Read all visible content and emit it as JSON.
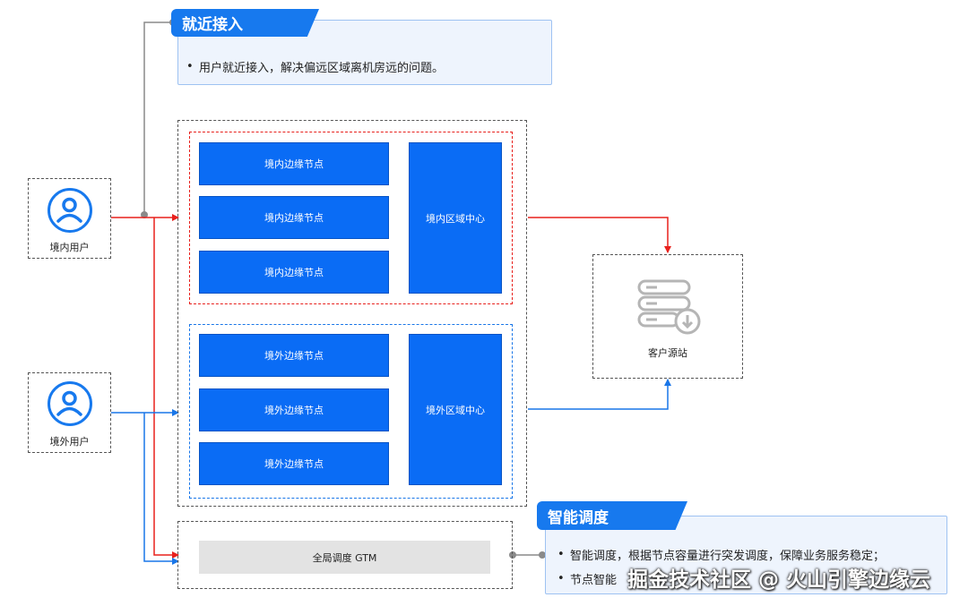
{
  "top_callout": {
    "title": "就近接入",
    "bullets": [
      "用户就近接入，解决偏远区域离机房远的问题。"
    ]
  },
  "bottom_callout": {
    "title": "智能调度",
    "bullets": [
      "智能调度，根据节点容量进行突发调度，保障业务服务稳定；",
      "节点智能"
    ]
  },
  "users": {
    "domestic": "境内用户",
    "overseas": "境外用户"
  },
  "domestic_group": {
    "edge_nodes": [
      "境内边缘节点",
      "境内边缘节点",
      "境内边缘节点"
    ],
    "region_center": "境内区域中心"
  },
  "overseas_group": {
    "edge_nodes": [
      "境外边缘节点",
      "境外边缘节点",
      "境外边缘节点"
    ],
    "region_center": "境外区域中心"
  },
  "gtm": "全局调度 GTM",
  "origin": {
    "label": "客户源站",
    "icon": "server-download-icon"
  },
  "watermark": "掘金技术社区 @ 火山引擎边缘云",
  "colors": {
    "domestic_line": "#e8201c",
    "overseas_line": "#1976e8",
    "connector_gray": "#8a8a8a",
    "node_blue": "#0a6cf5",
    "tag_blue": "#1779ee"
  }
}
